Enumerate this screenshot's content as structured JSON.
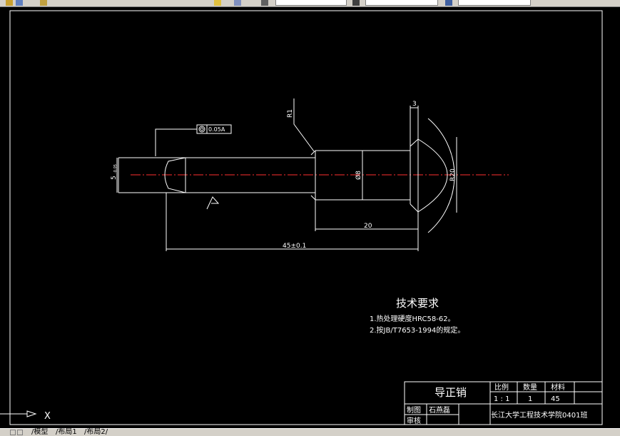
{
  "drawing": {
    "dims": {
      "r1": "R1",
      "d3": "3",
      "tol": "0.05A",
      "d5": "5",
      "d5tol": "-0.05",
      "d8": "Ø8",
      "r20": "R20",
      "d20": "20",
      "d45": "45±0.1"
    },
    "tech": {
      "title": "技术要求",
      "line1": "1.热处理硬度HRC58-62。",
      "line2": "2.按JB/T7653-1994的规定。"
    },
    "title_block": {
      "part_name": "导正销",
      "scale_label": "比例",
      "qty_label": "数量",
      "material_label": "材料",
      "scale_value": "1 : 1",
      "qty_value": "1",
      "material_value": "45",
      "drawn_label": "制图",
      "drawn_name": "石燕磊",
      "checked_label": "审核",
      "school": "长江大学工程技术学院0401班"
    }
  },
  "tabs": {
    "model": "模型",
    "layout1": "布局1",
    "layout2": "布局2"
  },
  "ucs_axis": "X"
}
